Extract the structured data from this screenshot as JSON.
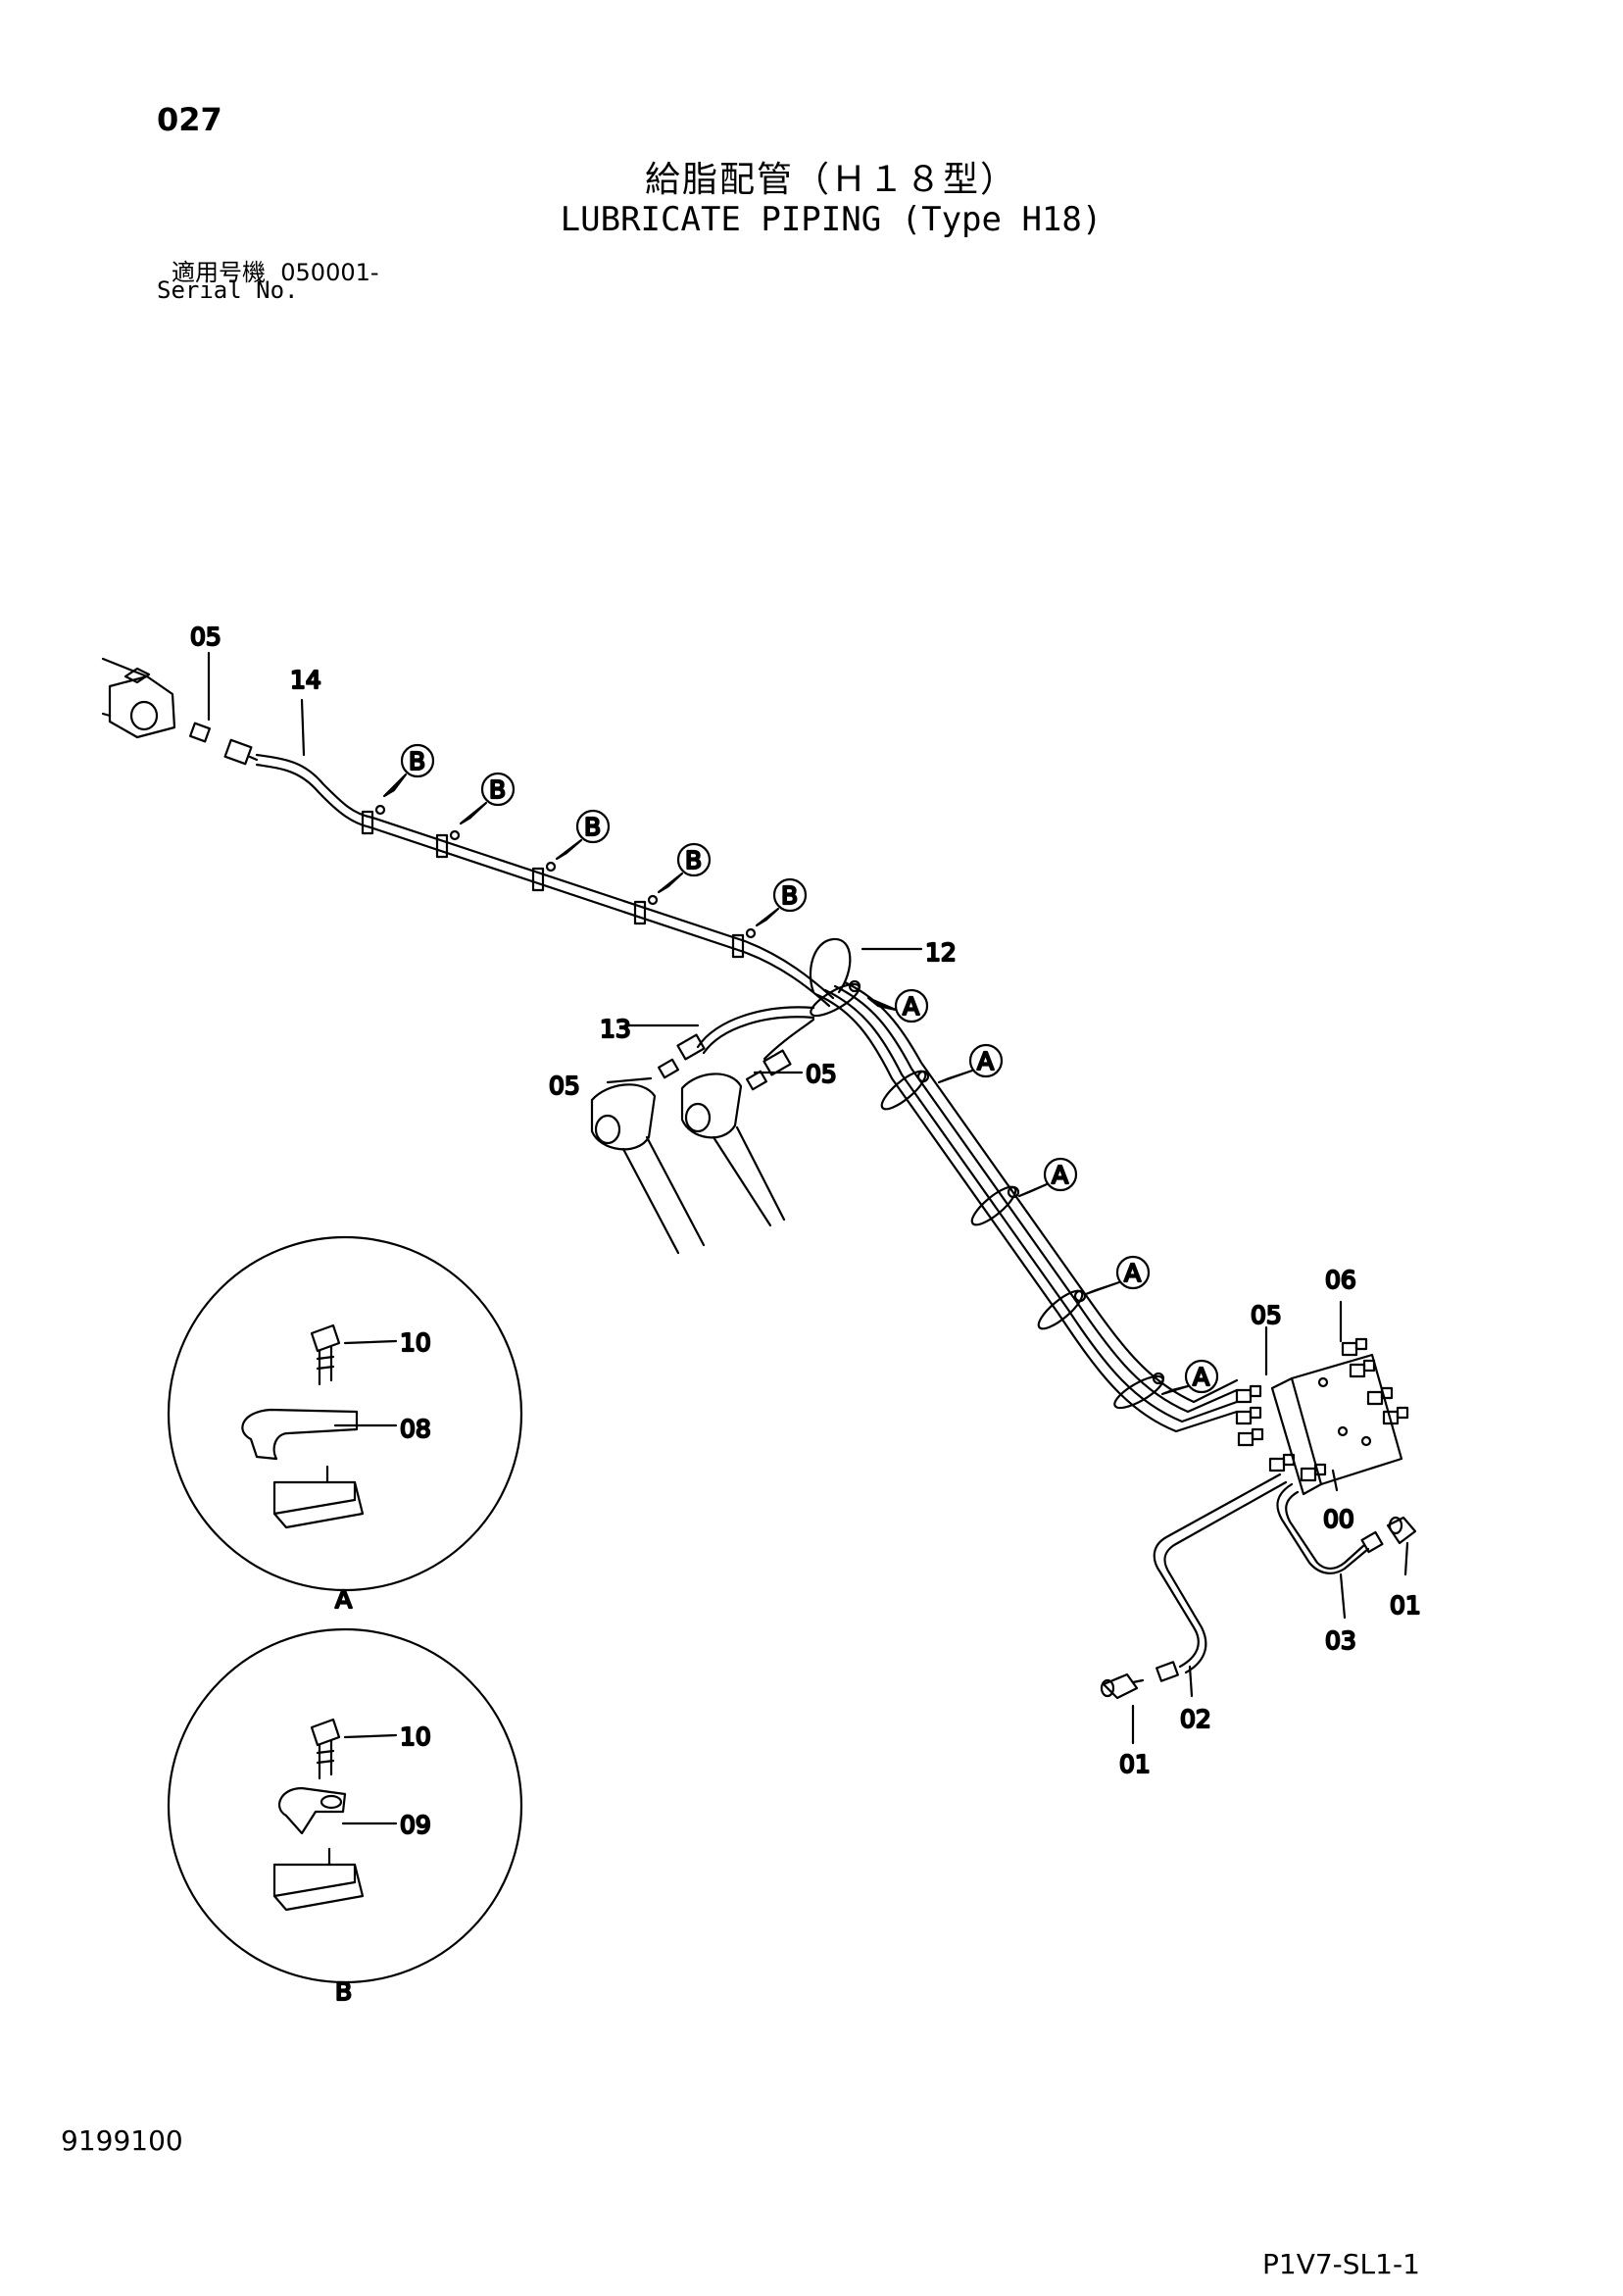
{
  "header": {
    "page_number": "027",
    "title_jp": "給脂配管（Ｈ１８型）",
    "title_en": "LUBRICATE PIPING (Type H18)",
    "serial_label_jp": "適用号機",
    "serial_range": "050001-",
    "serial_label_en": "Serial No."
  },
  "footer": {
    "document_number": "9199100",
    "sheet_code": "P1V7-SL1-1"
  },
  "callouts": {
    "c05_top": "05",
    "c14": "14",
    "c12": "12",
    "c13": "13",
    "c05_left": "05",
    "c05_right": "05",
    "c05_manifold": "05",
    "c06": "06",
    "c00": "00",
    "c01_right": "01",
    "c03": "03",
    "c02": "02",
    "c01_bottom": "01"
  },
  "detail_markers": {
    "a": "A",
    "b": "B"
  },
  "detail_a": {
    "label": "A",
    "c10": "10",
    "c08": "08"
  },
  "detail_b": {
    "label": "B",
    "c10": "10",
    "c09": "09"
  }
}
